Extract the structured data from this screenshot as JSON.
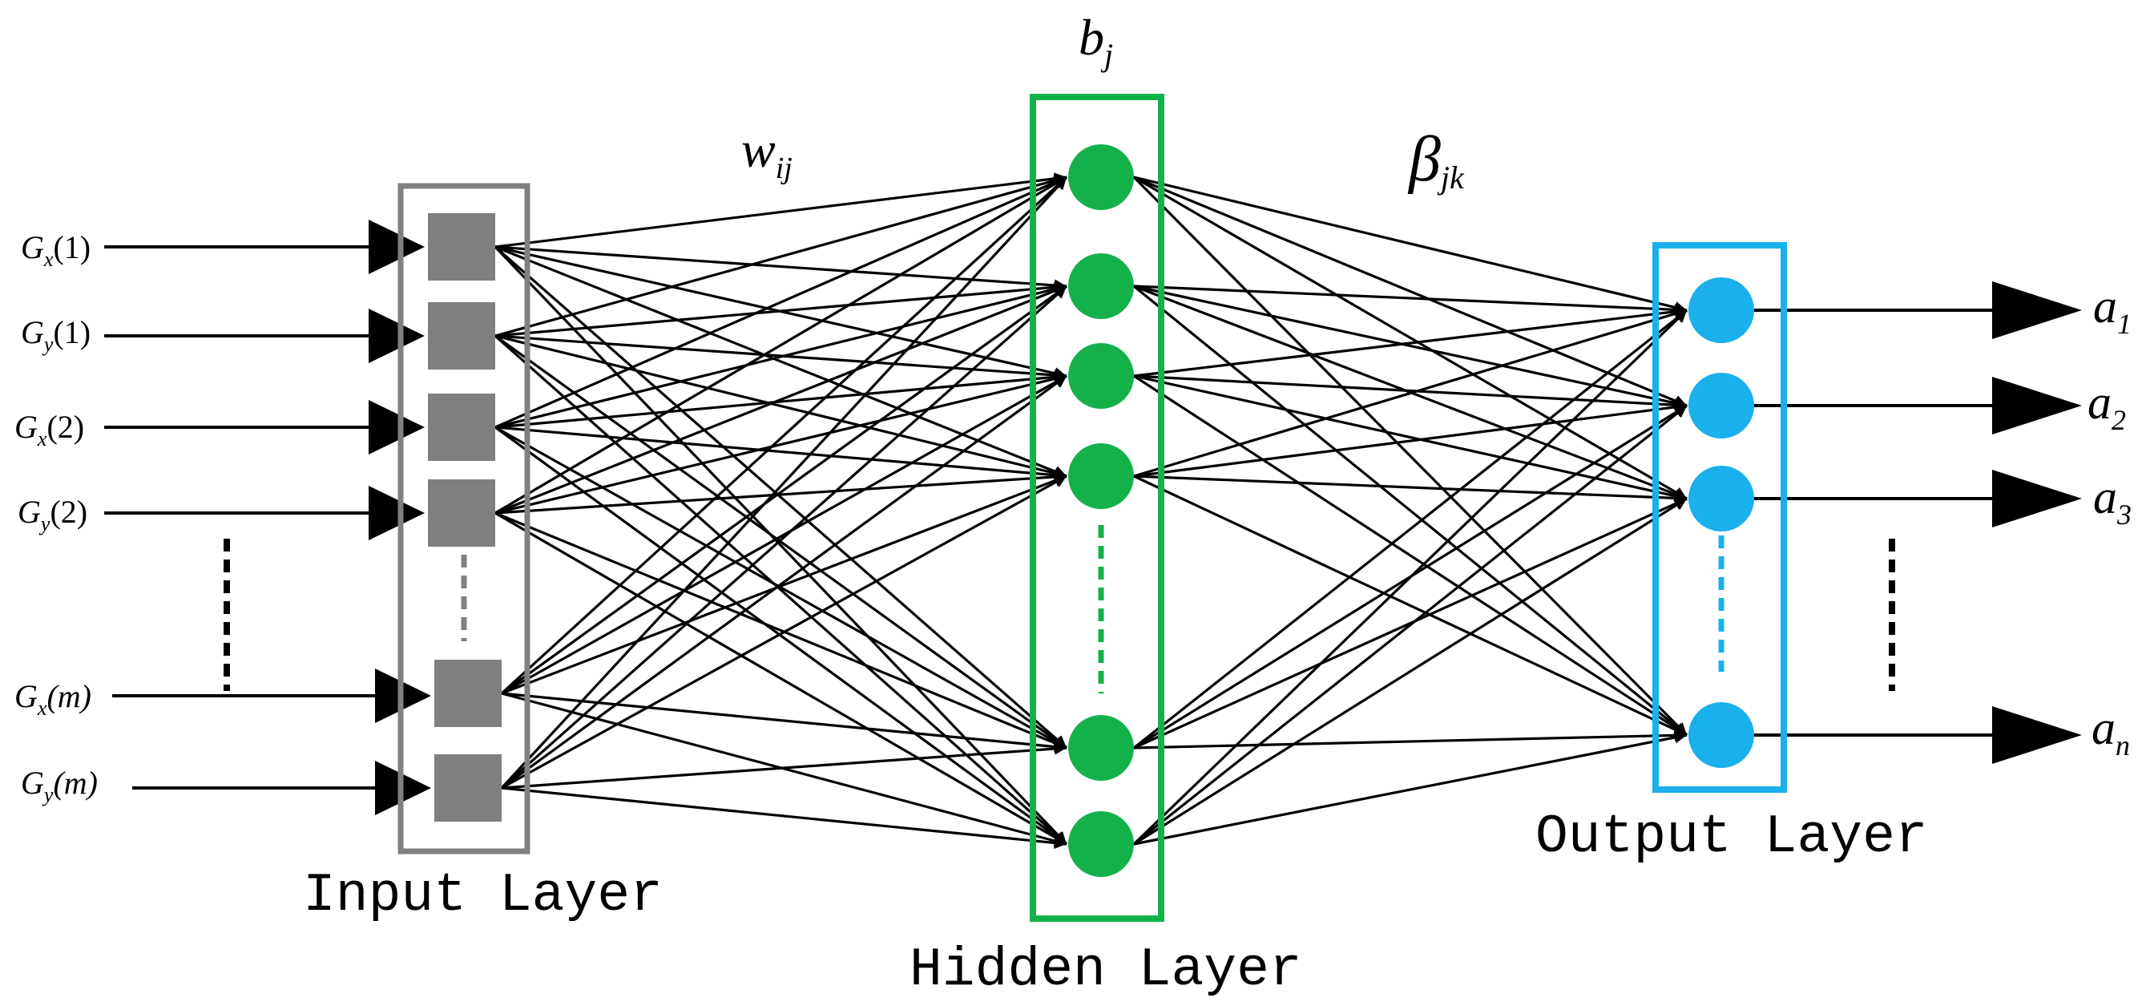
{
  "colors": {
    "background": "#ffffff",
    "ink": "#000000",
    "input_box": "#808080",
    "input_node": "#7f7f7f",
    "hidden_box": "#14b14b",
    "hidden_node": "#14b14b",
    "output_box": "#1ab0ec",
    "output_node": "#1ab0ec"
  },
  "labels": {
    "input_layer": "Input Layer",
    "hidden_layer": "Hidden Layer",
    "output_layer": "Output Layer"
  },
  "params": {
    "weight_in": {
      "base": "w",
      "sub": "ij"
    },
    "bias": {
      "base": "b",
      "sub": "j"
    },
    "weight_out": {
      "base": "β",
      "sub": "jk"
    }
  },
  "inputs": [
    {
      "base": "G",
      "sub": "x",
      "arg": "(1)"
    },
    {
      "base": "G",
      "sub": "y",
      "arg": "(1)"
    },
    {
      "base": "G",
      "sub": "x",
      "arg": "(2)"
    },
    {
      "base": "G",
      "sub": "y",
      "arg": "(2)"
    },
    {
      "base": "G",
      "sub": "x",
      "arg": "(m)"
    },
    {
      "base": "G",
      "sub": "y",
      "arg": "(m)"
    }
  ],
  "outputs": [
    {
      "base": "a",
      "sub": "1"
    },
    {
      "base": "a",
      "sub": "2"
    },
    {
      "base": "a",
      "sub": "3"
    },
    {
      "base": "a",
      "sub": "n"
    }
  ]
}
